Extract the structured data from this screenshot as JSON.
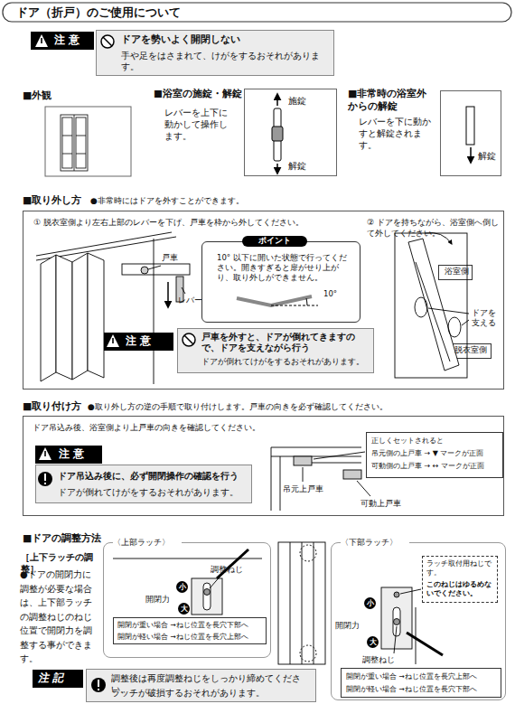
{
  "diagram": {
    "title": "ドア（折戸）のご使用について",
    "nodes": [
      {
        "text": [
          "注 意"
        ]
      },
      {
        "text": [
          "ドアを勢いよく開閉しない",
          "手や足をはさまれて、けがをするおそれがあります。"
        ]
      },
      {
        "text": [
          "施錠",
          "解錠"
        ]
      },
      {
        "text": [
          "解錠"
        ]
      },
      {
        "text": [
          "① 脱衣室側より左右上部のレバーを下げ、戸車を枠から外してください。",
          "② ドアを持ちながら、浴室側へ倒して外してください。",
          "戸車",
          "レバー",
          "ドアを支える"
        ]
      },
      {
        "text": [
          "ポイント",
          "10° 以下に開いた状態で行ってください。開きすぎると扉がせり上がり、取り外しができません。",
          "10°"
        ],
        "in": 4
      },
      {
        "text": [
          "注 意"
        ],
        "in": 4
      },
      {
        "text": [
          "戸車を外すと、ドアが倒れてきますので、ドアを支えながら行う",
          "ドアが倒れてけがをするおそれがあります。"
        ],
        "in": 4
      },
      {
        "text": [
          "浴室側"
        ],
        "in": 4
      },
      {
        "text": [
          "脱衣室側"
        ],
        "in": 4
      },
      {
        "text": [
          "ドア吊込み後、浴室側より上戸車の向きを確認してください。",
          "吊元上戸車",
          "可動上戸車"
        ]
      },
      {
        "text": [
          "注 意"
        ],
        "in": 10
      },
      {
        "text": [
          "ドア吊込み後に、必ず開閉操作の確認を行う",
          "ドアが倒れてけがをするおそれがあります。"
        ],
        "in": 10
      },
      {
        "text": [
          "正しくセットされると",
          "吊元側の上戸車 → ▼ マークが正面",
          "可動側の上戸車 → ↔ マークが正面"
        ],
        "in": 10
      },
      {
        "text": [
          "〈上部ラッチ〉",
          "調整ねじ",
          "開閉力",
          "小",
          "大"
        ]
      },
      {
        "text": [
          "開閉が重い場合 →ねじ位置を長穴下部へ",
          "開閉が軽い場合 →ねじ位置を長穴上部へ"
        ],
        "in": 14
      },
      {
        "text": [
          "〈下部ラッチ〉",
          "小",
          "開閉力",
          "大",
          "調整ねじ"
        ]
      },
      {
        "text": [
          "ラッチ取付用ねじです。",
          "このねじはゆるめないでください。"
        ],
        "in": 16
      },
      {
        "text": [
          "開閉が重い場合 →ねじ位置を長穴上部へ",
          "開閉が軽い場合 →ねじ位置を長穴下部へ"
        ],
        "in": 16
      },
      {
        "text": [
          "注 記"
        ]
      },
      {
        "text": [
          "調整後は再度調整ねじをしっかり締めてください。",
          "ラッチが破損するおそれがあります。"
        ]
      }
    ],
    "labels": [
      "■外観",
      "■浴室の施錠・解錠",
      "レバーを上下に動かして操作します。",
      "■非常時の浴室外からの解錠",
      "レバーを下に動かすと解錠されます。",
      "■取り外し方",
      "●非常時にはドアを外すことができます。",
      "■取り付け方",
      "●取り外し方の逆の手順で取り付けします。戸車の向きを必ず確認してください。",
      "■ドアの調整方法",
      "［上下ラッチの調整］",
      "●ドアの開閉力に調整が必要な場合は、上下部ラッチの調整ねじのねじ位置で開閉力を調整する事ができます。"
    ]
  }
}
